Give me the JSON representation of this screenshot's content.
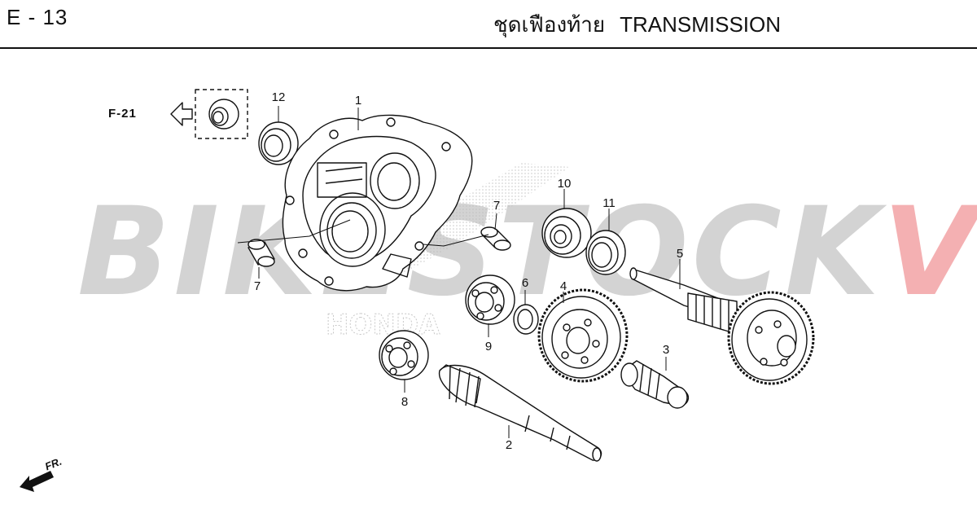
{
  "header": {
    "page_code": "E - 13",
    "title_thai": "ชุดเฟืองท้าย",
    "title_en": "TRANSMISSION"
  },
  "reference": {
    "label": "F-21"
  },
  "front_indicator": {
    "label": "FR."
  },
  "watermark": {
    "part_a": "BIKESTOCK",
    "part_b": "VN"
  },
  "callouts": {
    "p1": "1",
    "p2": "2",
    "p3": "3",
    "p4": "4",
    "p5": "5",
    "p6": "6",
    "p7a": "7",
    "p7b": "7",
    "p8": "8",
    "p9": "9",
    "p10": "10",
    "p11": "11",
    "p12": "12"
  },
  "colors": {
    "line": "#111111",
    "watermark_gray": "#afafaf",
    "watermark_red": "#e65055"
  }
}
